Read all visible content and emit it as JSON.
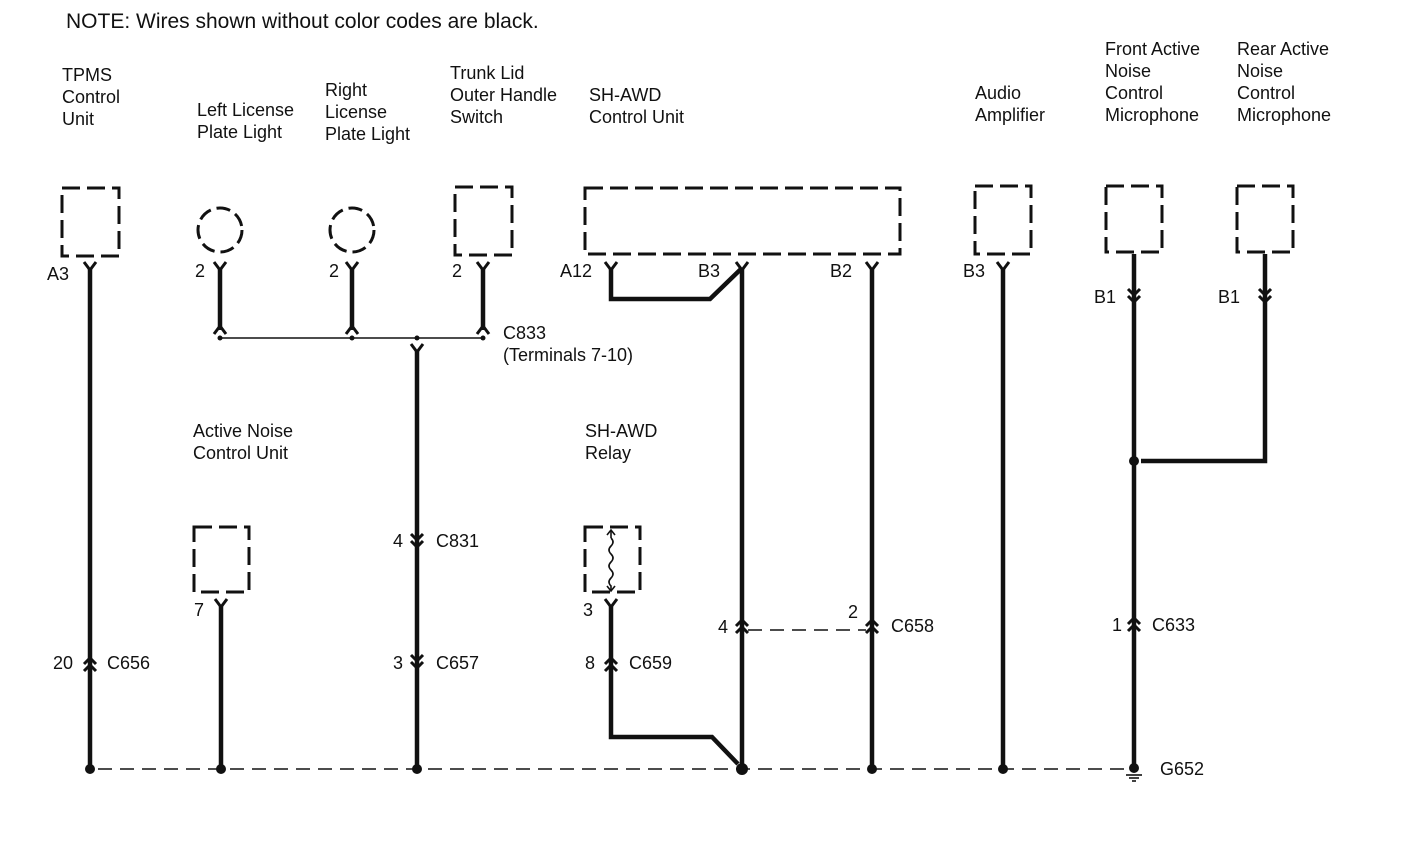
{
  "note": "NOTE: Wires shown without color codes are black.",
  "components": {
    "tpms": {
      "lines": [
        "TPMS",
        "Control",
        "Unit"
      ],
      "pin": "A3"
    },
    "left_plate": {
      "lines": [
        "Left License",
        "Plate Light"
      ],
      "pin": "2"
    },
    "right_plate": {
      "lines": [
        "Right",
        "License",
        "Plate Light"
      ],
      "pin": "2"
    },
    "trunk_switch": {
      "lines": [
        "Trunk Lid",
        "Outer Handle",
        "Switch"
      ],
      "pin": "2"
    },
    "shawd_unit": {
      "lines": [
        "SH-AWD",
        "Control Unit"
      ],
      "pins": [
        "A12",
        "B3",
        "B2"
      ]
    },
    "audio_amp": {
      "lines": [
        "Audio",
        "Amplifier"
      ],
      "pin": "B3"
    },
    "front_mic": {
      "lines": [
        "Front Active",
        "Noise",
        "Control",
        "Microphone"
      ],
      "pin": "B1"
    },
    "rear_mic": {
      "lines": [
        "Rear Active",
        "Noise",
        "Control",
        "Microphone"
      ],
      "pin": "B1"
    },
    "anc_unit": {
      "lines": [
        "Active Noise",
        "Control Unit"
      ],
      "pin": "7"
    },
    "shawd_relay": {
      "lines": [
        "SH-AWD",
        "Relay"
      ],
      "pin": "3"
    }
  },
  "connectors": {
    "c833": {
      "name": "C833",
      "detail": "(Terminals 7-10)"
    },
    "c831": {
      "name": "C831",
      "pin": "4"
    },
    "c657": {
      "name": "C657",
      "pin": "3"
    },
    "c656": {
      "name": "C656",
      "pin": "20"
    },
    "c659": {
      "name": "C659",
      "pin": "8"
    },
    "c658": {
      "name": "C658",
      "pins": [
        "4",
        "2"
      ]
    },
    "c633": {
      "name": "C633",
      "pin": "1"
    }
  },
  "ground": {
    "name": "G652"
  }
}
